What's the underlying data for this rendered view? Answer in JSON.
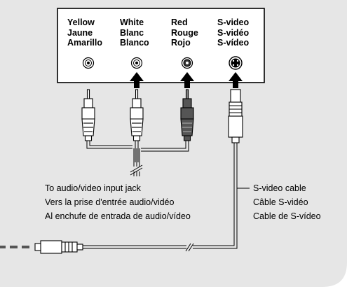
{
  "jacks": [
    {
      "id": "yellow",
      "lines": [
        "Yellow",
        "Jaune",
        "Amarillo"
      ]
    },
    {
      "id": "white",
      "lines": [
        "White",
        "Blanc",
        "Blanco"
      ]
    },
    {
      "id": "red",
      "lines": [
        "Red",
        "Rouge",
        "Rojo"
      ]
    },
    {
      "id": "svideo",
      "lines": [
        "S-video",
        "S-vidéo",
        "S-vídeo"
      ]
    }
  ],
  "av_input_note": [
    "To audio/video input jack",
    "Vers la prise d'entrée audio/vidéo",
    "Al enchufe de entrada de audio/vídeo"
  ],
  "svideo_cable_note": [
    "S-video cable",
    "Câble S-vidéo",
    "Cable de S-vídeo"
  ],
  "colors": {
    "background_panel": "#e6e6e6",
    "jack_panel": "#ffffff",
    "line": "#000000",
    "red_plug": "#555555"
  }
}
